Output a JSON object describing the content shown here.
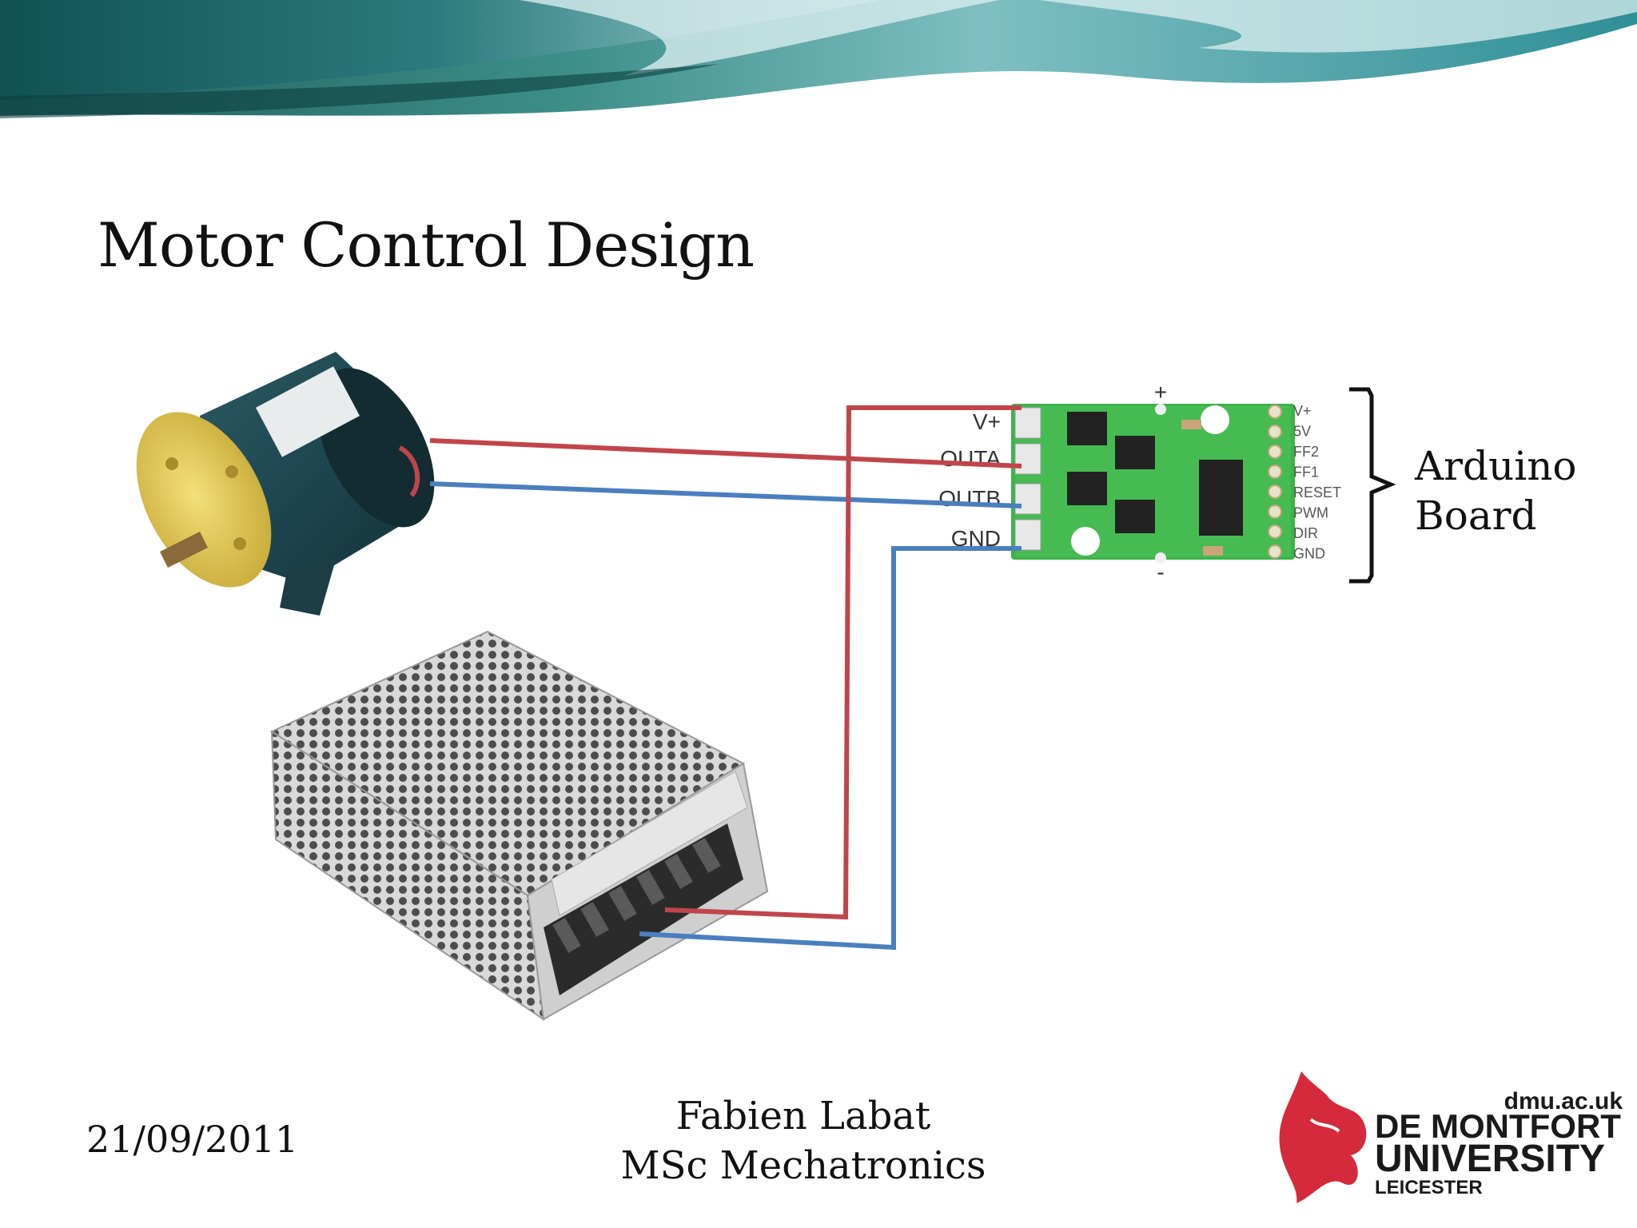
{
  "slide": {
    "title": "Motor Control Design",
    "date": "21/09/2011",
    "author": "Fabien Labat",
    "course": "MSc Mechatronics",
    "bracket_label_line1": "Arduino",
    "bracket_label_line2": "Board"
  },
  "driver_board": {
    "left_pins": [
      "V+",
      "OUTA",
      "OUTB",
      "GND"
    ],
    "right_pins": [
      "V+",
      "5V",
      "FF2",
      "FF1",
      "RESET",
      "PWM",
      "DIR",
      "GND"
    ],
    "plus_mark": "+",
    "minus_mark": "-"
  },
  "logo": {
    "url_text": "dmu.ac.uk",
    "line1": "DE MONTFORT",
    "line2": "UNIVERSITY",
    "line3": "LEICESTER"
  },
  "colors": {
    "wire_positive": "#c0454a",
    "wire_negative": "#4a7fbf",
    "board_green": "#3db24a",
    "brand_red": "#d42a3c",
    "header_teal": "#1f7f86"
  }
}
